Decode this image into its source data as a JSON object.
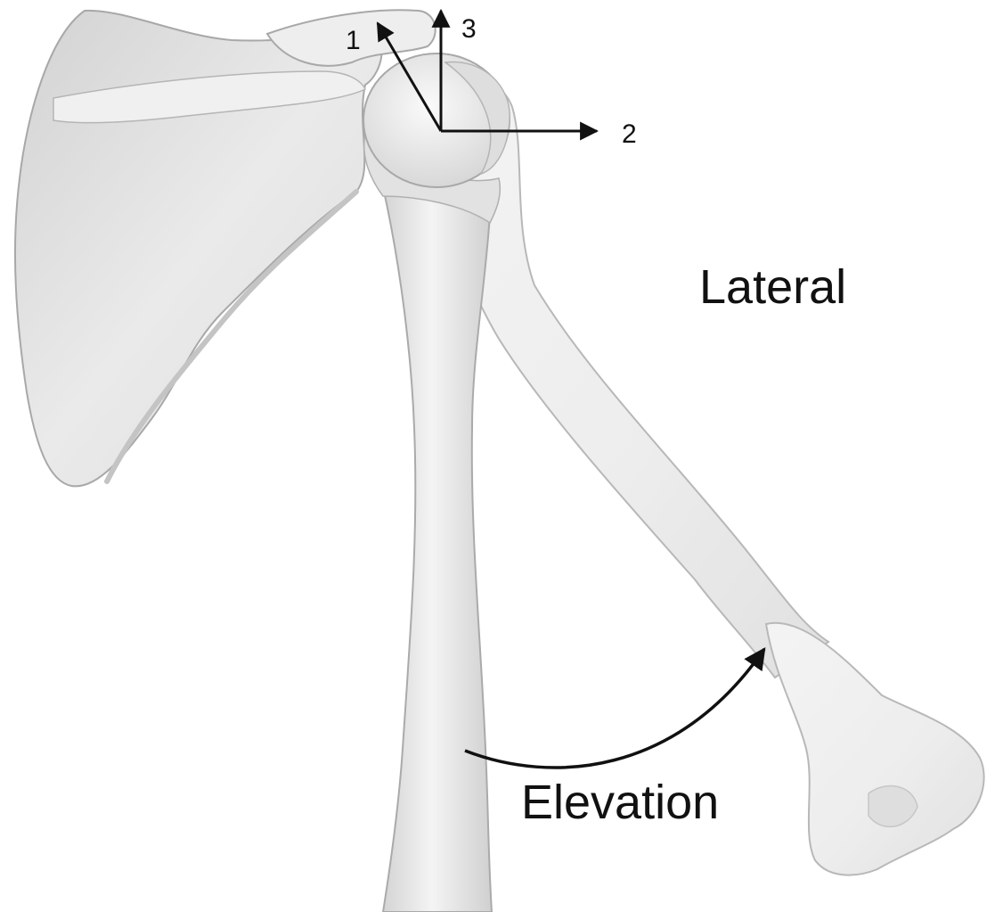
{
  "axes": {
    "axis_1": "1",
    "axis_2": "2",
    "axis_3": "3"
  },
  "labels": {
    "lateral": "Lateral",
    "elevation": "Elevation"
  },
  "colors": {
    "background": "#ffffff",
    "bone_fill": "#e6e6e6",
    "bone_fill_light": "#f2f2f2",
    "bone_shadow": "#c9c9c9",
    "bone_outline": "#a8a8a8",
    "ink": "#111111"
  }
}
